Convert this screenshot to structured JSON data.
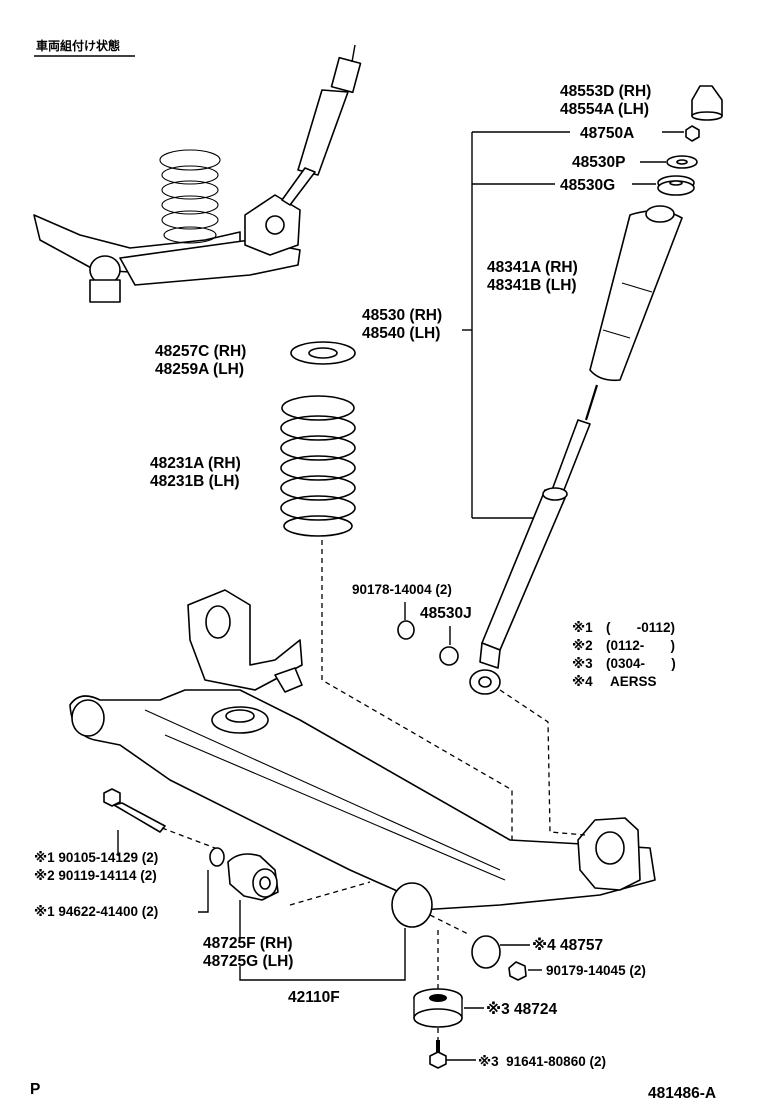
{
  "header": {
    "note": "車両組付け状態"
  },
  "callouts": {
    "bumper_stopper": [
      "48553D (RH)",
      "48554A (LH)"
    ],
    "nut_48750a": "48750A",
    "insulator_48530p": "48530P",
    "support_48530g": "48530G",
    "bellows": [
      "48341A (RH)",
      "48341B (LH)"
    ],
    "shock_absorber": [
      "48530 (RH)",
      "48540 (LH)"
    ],
    "spring_seat": [
      "48257C (RH)",
      "48259A (LH)"
    ],
    "coil_spring": [
      "48231A (RH)",
      "48231B (LH)"
    ],
    "bolt_90178": "90178-14004 (2)",
    "bushing_48530j": "48530J",
    "bolt_90105": "※1 90105-14129 (2)",
    "bolt_90119": "※2 90119-14114 (2)",
    "washer_94622": "※1 94622-41400 (2)",
    "bushing_48725": [
      "48725F (RH)",
      "48725G (LH)"
    ],
    "axle_beam": "42110F",
    "plate_48757": "※4 48757",
    "nut_90179": "90179-14045 (2)",
    "stabilizer_48724": "※3 48724",
    "bolt_91641": "※3  91641-80860 (2)"
  },
  "legend": [
    {
      "mark": "※1",
      "range": "(       -0112)"
    },
    {
      "mark": "※2",
      "range": "(0112-       )"
    },
    {
      "mark": "※3",
      "range": "(0304-       )"
    },
    {
      "mark": "※4",
      "range": "AERSS"
    }
  ],
  "footer": {
    "left": "P",
    "right": "481486-A"
  }
}
